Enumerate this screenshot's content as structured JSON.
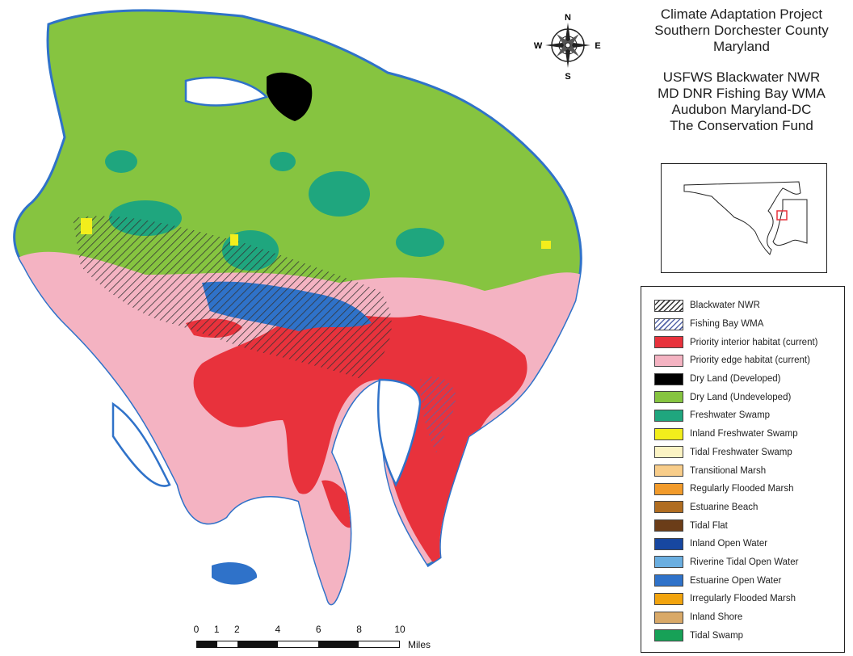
{
  "title": {
    "lines": [
      "Climate Adaptation Project",
      "Southern Dorchester County",
      "Maryland"
    ],
    "partners": [
      "USFWS Blackwater NWR",
      "MD DNR Fishing Bay WMA",
      "Audubon Maryland-DC",
      "The Conservation Fund"
    ]
  },
  "compass": {
    "n": "N",
    "s": "S",
    "e": "E",
    "w": "W"
  },
  "legend": {
    "items": [
      {
        "label": "Blackwater NWR",
        "pattern": "hatch-black"
      },
      {
        "label": "Fishing Bay WMA",
        "pattern": "hatch-blue"
      },
      {
        "label": "Priority interior habitat (current)",
        "color": "#e8323c"
      },
      {
        "label": "Priority edge habitat (current)",
        "color": "#f4b3c2"
      },
      {
        "label": "Dry Land (Developed)",
        "color": "#000000"
      },
      {
        "label": "Dry Land (Undeveloped)",
        "color": "#86c440"
      },
      {
        "label": "Freshwater Swamp",
        "color": "#1fa67e"
      },
      {
        "label": "Inland Freshwater Swamp",
        "color": "#f2ee1c"
      },
      {
        "label": "Tidal Freshwater Swamp",
        "color": "#fbf3c4"
      },
      {
        "label": "Transitional Marsh",
        "color": "#f8cd8a"
      },
      {
        "label": "Regularly Flooded Marsh",
        "color": "#f29b2b"
      },
      {
        "label": "Estuarine Beach",
        "color": "#b06d21"
      },
      {
        "label": "Tidal Flat",
        "color": "#6b3d18"
      },
      {
        "label": "Inland Open Water",
        "color": "#1747a0"
      },
      {
        "label": "Riverine Tidal Open Water",
        "color": "#6aaee0"
      },
      {
        "label": "Estuarine Open Water",
        "color": "#2f72c9"
      },
      {
        "label": "Irregularly Flooded Marsh",
        "color": "#f2a40e"
      },
      {
        "label": "Inland Shore",
        "color": "#d9a968"
      },
      {
        "label": "Tidal Swamp",
        "color": "#17a157"
      }
    ]
  },
  "scale": {
    "ticks": [
      {
        "label": "0",
        "value": 0
      },
      {
        "label": "1",
        "value": 1
      },
      {
        "label": "2",
        "value": 2
      },
      {
        "label": "4",
        "value": 4
      },
      {
        "label": "6",
        "value": 6
      },
      {
        "label": "8",
        "value": 8
      },
      {
        "label": "10",
        "value": 10
      }
    ],
    "unit": "Miles"
  }
}
